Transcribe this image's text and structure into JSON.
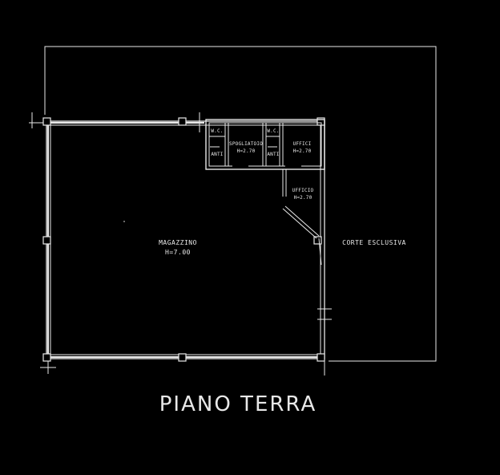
{
  "title": "PIANO TERRA",
  "rooms": {
    "magazzino": {
      "name": "MAGAZZINO",
      "height": "H=7.00"
    },
    "spogliatoio": {
      "name": "SPOGLIATOIO",
      "height": "H=2.70"
    },
    "uffici": {
      "name": "UFFICI",
      "height": "H=2.70"
    },
    "ufficio": {
      "name": "UFFICIO",
      "height": "H=2.70"
    },
    "wc1": {
      "name": "W.C."
    },
    "wc2": {
      "name": "W.C."
    },
    "anti1": {
      "name": "ANTI"
    },
    "anti2": {
      "name": "ANTI"
    }
  },
  "corte": "CORTE ESCLUSIVA",
  "colors": {
    "background": "#000000",
    "line": "#e8e8e8"
  }
}
